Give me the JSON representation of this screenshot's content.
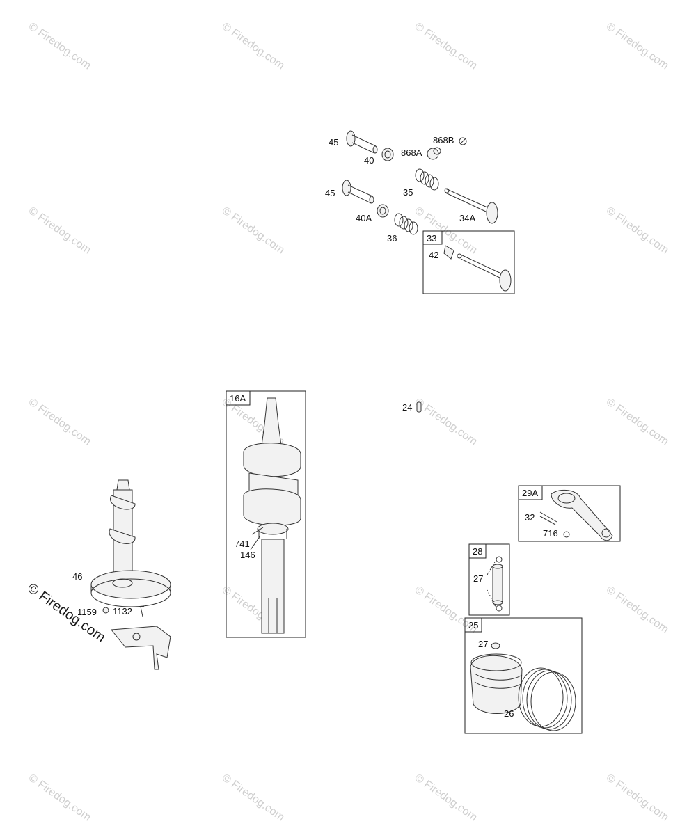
{
  "watermark": "© Firedog.com",
  "callouts": {
    "valve_45a": "45",
    "valve_40": "40",
    "valve_868a": "868A",
    "valve_868b": "868B",
    "valve_45b": "45",
    "valve_35": "35",
    "valve_40a": "40A",
    "valve_34a": "34A",
    "valve_36": "36",
    "valve_42": "42",
    "crank_741": "741",
    "crank_146": "146",
    "cam_46": "46",
    "cam_1159": "1159",
    "cam_1132": "1132",
    "pin_24": "24",
    "rod_32": "32",
    "rod_716": "716",
    "piston_27a": "27",
    "piston_27b": "27",
    "piston_26": "26"
  },
  "kits": {
    "k33": "33",
    "k16a": "16A",
    "k29a": "29A",
    "k28": "28",
    "k25": "25"
  }
}
